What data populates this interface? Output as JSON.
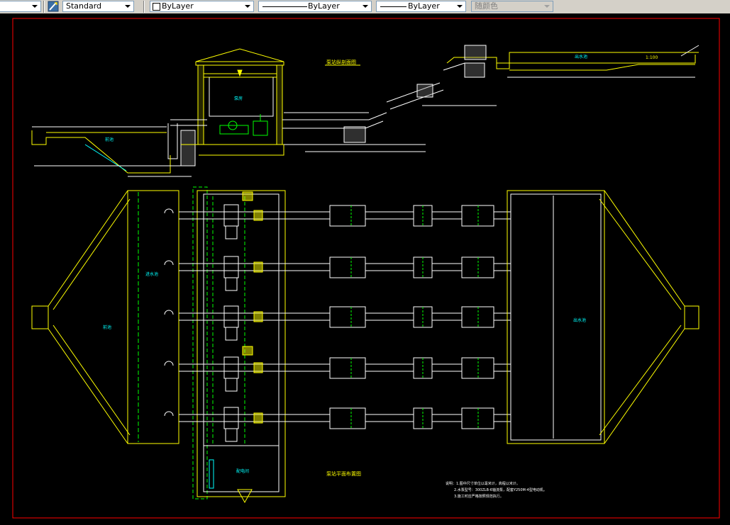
{
  "toolbar": {
    "text_style": {
      "value": "Standard"
    },
    "layer_color": {
      "value": "ByLayer",
      "icon": "color-swatch-icon"
    },
    "linetype": {
      "value": "ByLayer"
    },
    "lineweight": {
      "value": "ByLayer"
    },
    "plot_style": {
      "value": "随颜色"
    },
    "icons": [
      "dropdown-arrow-icon",
      "text-style-icon",
      "line-sample-icon"
    ]
  },
  "drawing": {
    "section_title": "泵站纵剖面图",
    "plan_title": "泵站平面布置图",
    "notes": [
      "说明：1.图中尺寸单位以毫米计，高程以米计。",
      "2.水泵型号：300ZLB-6轴流泵，配套Y250M-4型电动机。",
      "3.施工时应严格按照规范执行。"
    ],
    "section_labels": {
      "pump_room": "泵房",
      "forebay": "前池",
      "outlet_pool": "出水池",
      "elev_top": "1:100"
    },
    "plan_labels": {
      "forebay": "前池",
      "intake": "进水池",
      "outlet_basin": "出水池",
      "control_room": "配电间"
    },
    "colors": {
      "line_main": "#ffff00",
      "line_alt": "#ffffff",
      "line_green": "#00ff00",
      "text_cyan": "#00ffff",
      "border_red": "#ff0000",
      "toolbar_bg": "#d4d0c8"
    }
  }
}
